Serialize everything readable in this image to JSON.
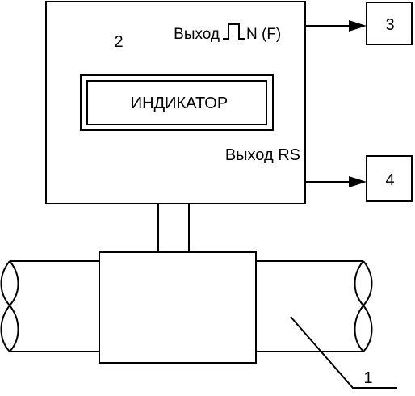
{
  "main_unit": {
    "label": "2"
  },
  "indicator": {
    "label": "ИНДИКАТОР"
  },
  "outputs": {
    "pulse": {
      "prefix": "Выход",
      "suffix": "N (F)"
    },
    "rs": {
      "label": "Выход RS"
    }
  },
  "receivers": [
    {
      "label": "3"
    },
    {
      "label": "4"
    }
  ],
  "pipe": {
    "label": "1"
  },
  "colors": {
    "line": "#000000",
    "background": "#ffffff"
  }
}
